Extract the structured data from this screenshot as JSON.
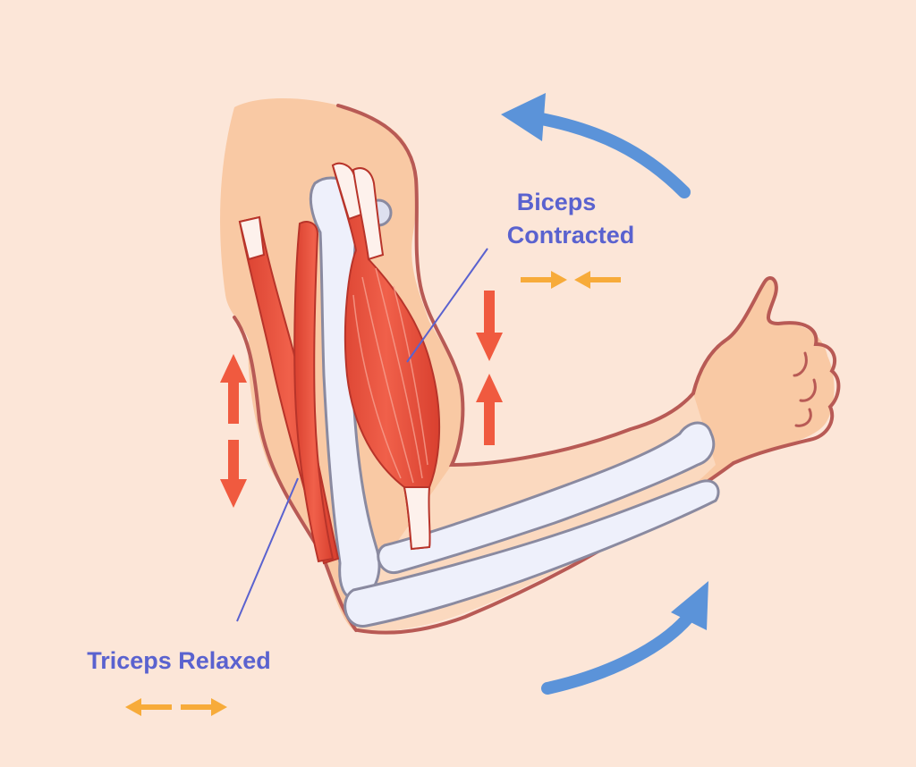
{
  "labels": {
    "biceps_line1": "Biceps",
    "biceps_line2": "Contracted",
    "triceps": "Triceps Relaxed"
  },
  "colors": {
    "background": "#fce6d8",
    "skin": "#f9c9a4",
    "skin_outline": "#b85a55",
    "muscle": "#e8513f",
    "tendon": "#fde7e0",
    "bone": "#eef0fb",
    "bone_outline": "#8a8aa0",
    "motion_arrow": "#5b93d9",
    "state_arrow": "#f05a3f",
    "force_arrow": "#f7ab3a",
    "label_text": "#5a62cf",
    "leader_line": "#5a62cf"
  },
  "icons": {
    "rotation": [
      "curved-arrow-up-left-icon",
      "curved-arrow-up-right-icon"
    ],
    "biceps_state": [
      "arrow-down-icon",
      "arrow-up-icon",
      "arrow-right-icon",
      "arrow-left-icon"
    ],
    "triceps_state": [
      "arrow-up-icon",
      "arrow-down-icon",
      "arrow-left-icon",
      "arrow-right-icon"
    ]
  }
}
